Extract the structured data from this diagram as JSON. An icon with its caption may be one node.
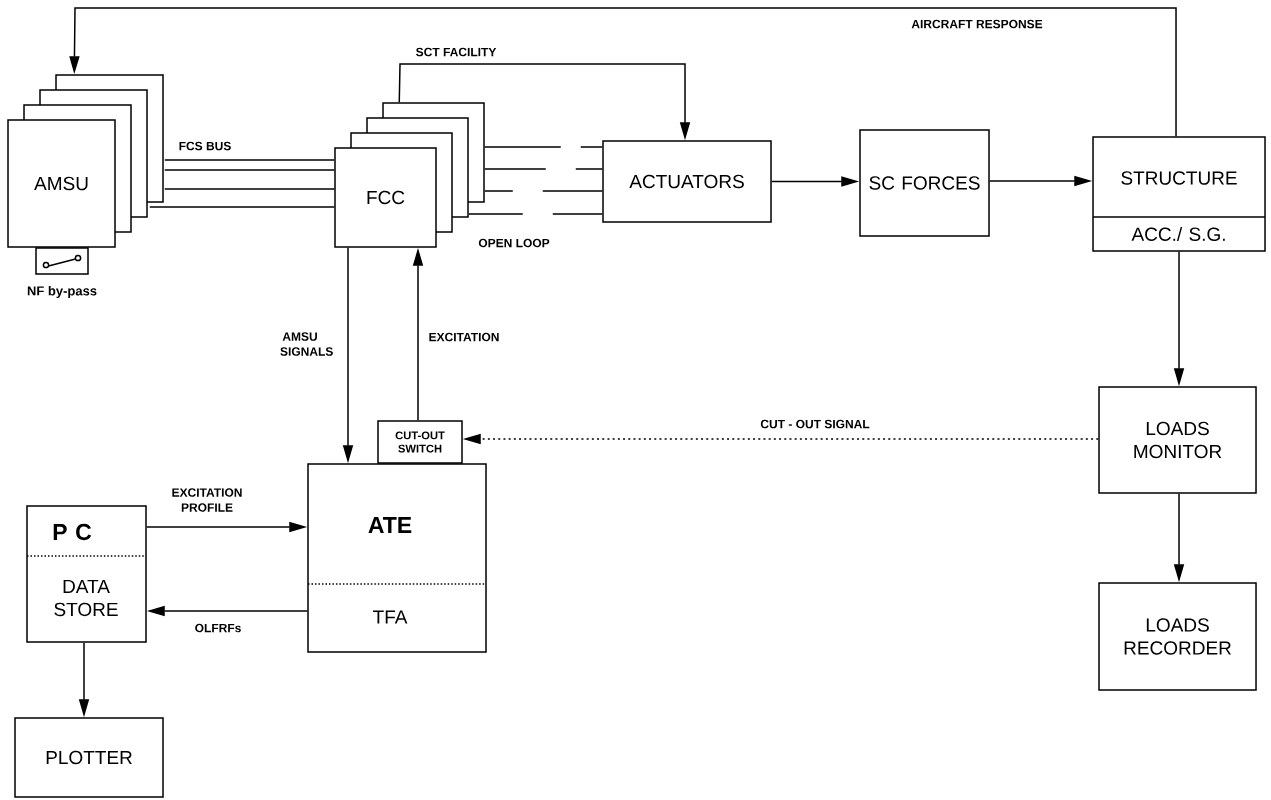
{
  "diagram": {
    "nodes": [
      {
        "text": [
          "AMSU"
        ]
      },
      {
        "text": [],
        "shape": "box",
        "beside": [
          "NF by-pass"
        ]
      },
      {
        "text": [
          "FCC"
        ]
      },
      {
        "text": [
          "ACTUATORS"
        ]
      },
      {
        "text": [
          "SC FORCES"
        ]
      },
      {
        "text": [
          "STRUCTURE",
          "ACC./ S.G."
        ]
      },
      {
        "text": [
          "LOADS MONITOR"
        ]
      },
      {
        "text": [
          "LOADS RECORDER"
        ]
      },
      {
        "text": [
          "CUT-OUT SWITCH"
        ]
      },
      {
        "text": [
          "ATE",
          "TFA"
        ]
      },
      {
        "text": [
          "P C",
          "DATA STORE"
        ]
      },
      {
        "text": [
          "PLOTTER"
        ]
      }
    ],
    "edges": [
      {
        "from": 0,
        "to": 2,
        "arrow": "none",
        "label": "FCS BUS"
      },
      {
        "from": 0,
        "to": 2,
        "arrow": "none"
      },
      {
        "from": 0,
        "to": 2,
        "arrow": "none"
      },
      {
        "from": 0,
        "to": 2,
        "arrow": "none"
      },
      {
        "from": 2,
        "to": 3,
        "arrow": "none",
        "style": "dashed"
      },
      {
        "from": 2,
        "to": 3,
        "arrow": "none",
        "style": "dashed"
      },
      {
        "from": 2,
        "to": 3,
        "arrow": "none",
        "style": "dashed"
      },
      {
        "from": 2,
        "to": 3,
        "arrow": "none",
        "style": "dashed",
        "label": "OPEN LOOP"
      },
      {
        "from": 2,
        "to": 3,
        "arrow": "to",
        "label": "SCT FACILITY"
      },
      {
        "from": 3,
        "to": 4,
        "arrow": "to"
      },
      {
        "from": 4,
        "to": 5,
        "arrow": "to"
      },
      {
        "from": 5,
        "to": 0,
        "arrow": "to",
        "label": "AIRCRAFT RESPONSE"
      },
      {
        "from": 5,
        "to": 6,
        "arrow": "to"
      },
      {
        "from": 6,
        "to": 7,
        "arrow": "to"
      },
      {
        "from": 6,
        "to": 8,
        "arrow": "to",
        "style": "dashed",
        "label": "CUT - OUT SIGNAL"
      },
      {
        "from": 8,
        "to": 2,
        "arrow": "to",
        "label": "EXCITATION"
      },
      {
        "from": 2,
        "to": 9,
        "arrow": "to",
        "label": "AMSU SIGNALS"
      },
      {
        "from": 10,
        "to": 9,
        "arrow": "to",
        "label": "EXCITATION PROFILE"
      },
      {
        "from": 9,
        "to": 10,
        "arrow": "to",
        "label": "OLFRFs"
      },
      {
        "from": 10,
        "to": 11,
        "arrow": "to"
      }
    ]
  }
}
